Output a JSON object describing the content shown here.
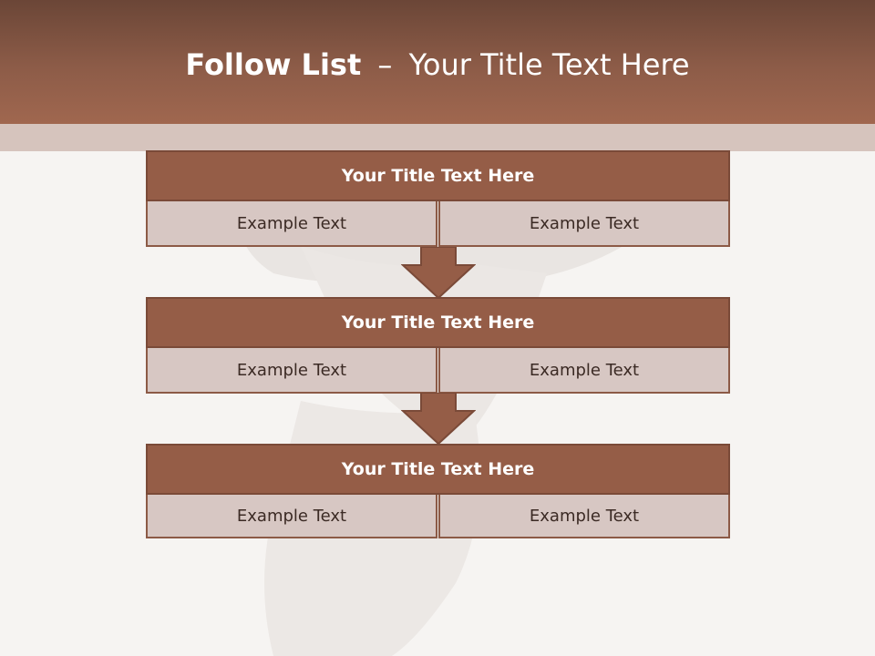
{
  "colors": {
    "header_dark": "#6b4637",
    "header_light": "#a0674f",
    "header_strip": "#d6c4bd",
    "block_title_bg": "#955d47",
    "block_cell_bg": "#d7c7c3",
    "background": "#f6f4f2"
  },
  "header": {
    "title_bold": "Follow List",
    "separator": "–",
    "title_rest": "Your Title Text Here"
  },
  "blocks": [
    {
      "title": "Your Title Text Here",
      "left": "Example Text",
      "right": "Example Text"
    },
    {
      "title": "Your Title Text Here",
      "left": "Example Text",
      "right": "Example Text"
    },
    {
      "title": "Your Title Text Here",
      "left": "Example Text",
      "right": "Example Text"
    }
  ],
  "connectors": [
    "down-arrow-icon",
    "down-arrow-icon"
  ]
}
